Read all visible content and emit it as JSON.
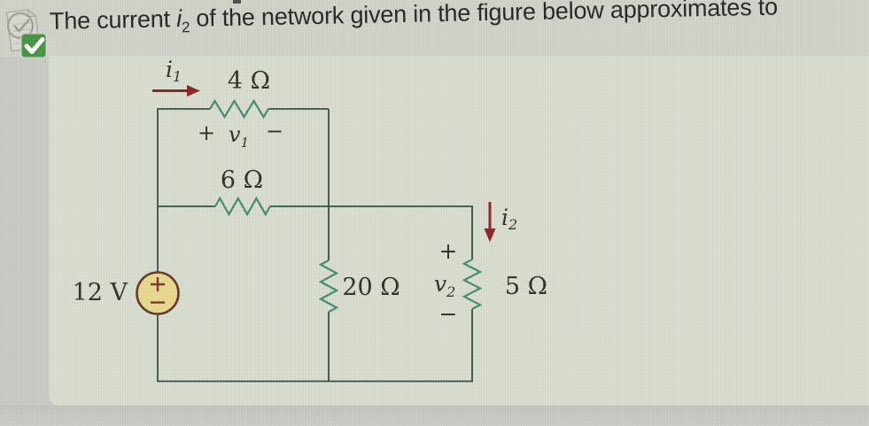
{
  "page": {
    "page_bg": "#c9cac3",
    "header_bg": "#d1d2ca",
    "panel_bg": "#d9ddd0",
    "bottom_bg": "#c3c4bd"
  },
  "question": {
    "status_icon": "answered-correct-check",
    "status_color": "#449241",
    "title_prefix": "The current ",
    "title_var": "i",
    "title_var_sub": "2",
    "title_suffix": " of the network given in the figure below approximates to"
  },
  "circuit": {
    "source": {
      "label": "12 V",
      "plus": "+",
      "minus": "−"
    },
    "resistors": {
      "r4": {
        "label": "4 Ω"
      },
      "r6": {
        "label": "6 Ω"
      },
      "r20": {
        "label": "20 Ω"
      },
      "r5": {
        "label": "5 Ω"
      }
    },
    "currents": {
      "i1": {
        "var": "i",
        "sub": "1"
      },
      "i2": {
        "var": "i",
        "sub": "2"
      }
    },
    "voltages": {
      "v1": {
        "var": "v",
        "sub": "1",
        "plus": "+",
        "minus": "−"
      },
      "v2": {
        "var": "v",
        "sub": "2",
        "plus": "+",
        "minus": "−"
      }
    },
    "colors": {
      "wire": "#2f4c41",
      "resistor": "#3f8a6e",
      "arrow": "#8d2023",
      "source_fill": "#e9d88d",
      "source_stroke": "#5f3526",
      "source_symbol": "#7c3428",
      "label_text": "#2e2c26"
    }
  }
}
